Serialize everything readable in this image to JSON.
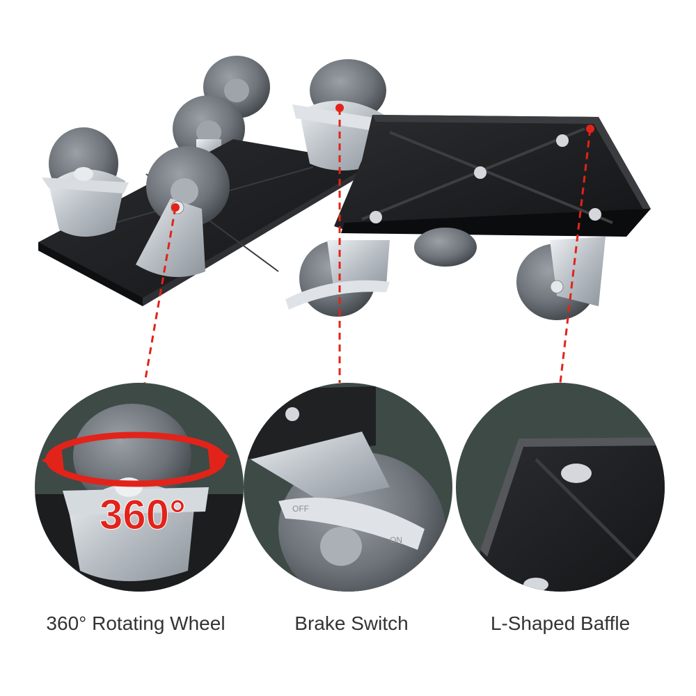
{
  "features": [
    {
      "caption": "360° Rotating Wheel",
      "badge": "360°"
    },
    {
      "caption": "Brake Switch"
    },
    {
      "caption": "L-Shaped Baffle"
    }
  ],
  "colors": {
    "accent_red": "#e2231a",
    "circle_bg": "#3d4a46",
    "plate": "#1e1f21",
    "wheel": "#6d7379",
    "metal": "#c9ced3"
  },
  "icons": [
    "rotation-arrow-icon"
  ]
}
